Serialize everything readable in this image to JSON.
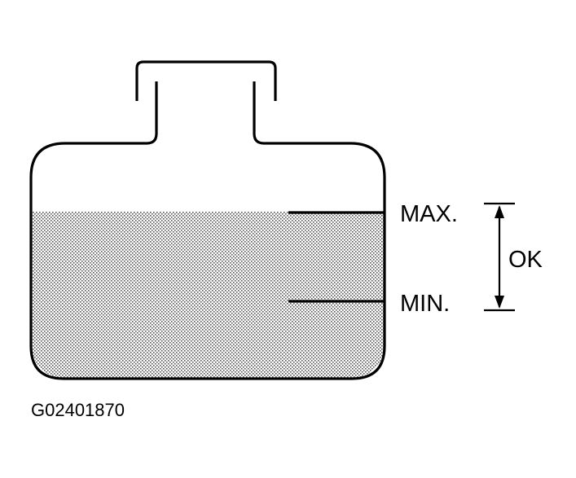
{
  "diagram": {
    "max_label": "MAX.",
    "min_label": "MIN.",
    "range_label": "OK",
    "figure_code": "G02401870"
  },
  "colors": {
    "ink": "#000000",
    "fluid_dots": "#555555",
    "background": "#ffffff"
  }
}
